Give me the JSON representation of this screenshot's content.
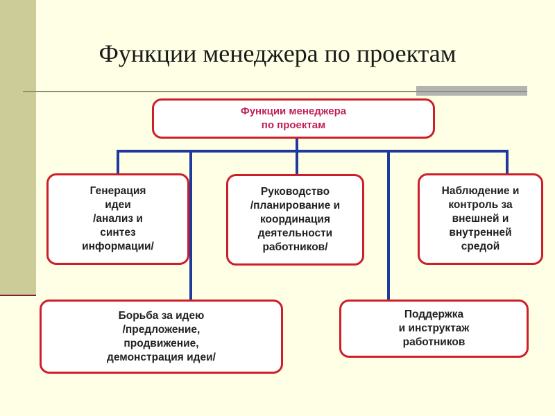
{
  "slide": {
    "title": "Функции менеджера по проектам"
  },
  "diagram": {
    "root": {
      "label": "Функции менеджера\nпо проектам"
    },
    "nodes": [
      {
        "id": "idea-generation",
        "label": "Генерация\nидеи\n/анализ и\nсинтез\nинформации/"
      },
      {
        "id": "leadership",
        "label": "Руководство\n/планирование и\nкоординация\nдеятельности\nработников/"
      },
      {
        "id": "monitoring",
        "label": "Наблюдение и\nконтроль за\nвнешней и\nвнутренней\nсредой"
      },
      {
        "id": "idea-promotion",
        "label": "Борьба за идею\n/предложение,\nпродвижение,\nдемонстрация идеи/"
      },
      {
        "id": "support",
        "label": "Поддержка\nи инструктаж\nработников"
      }
    ],
    "colors": {
      "box_border": "#CC1F2A",
      "root_text": "#C0205A",
      "connector": "#1F3A9E"
    }
  }
}
